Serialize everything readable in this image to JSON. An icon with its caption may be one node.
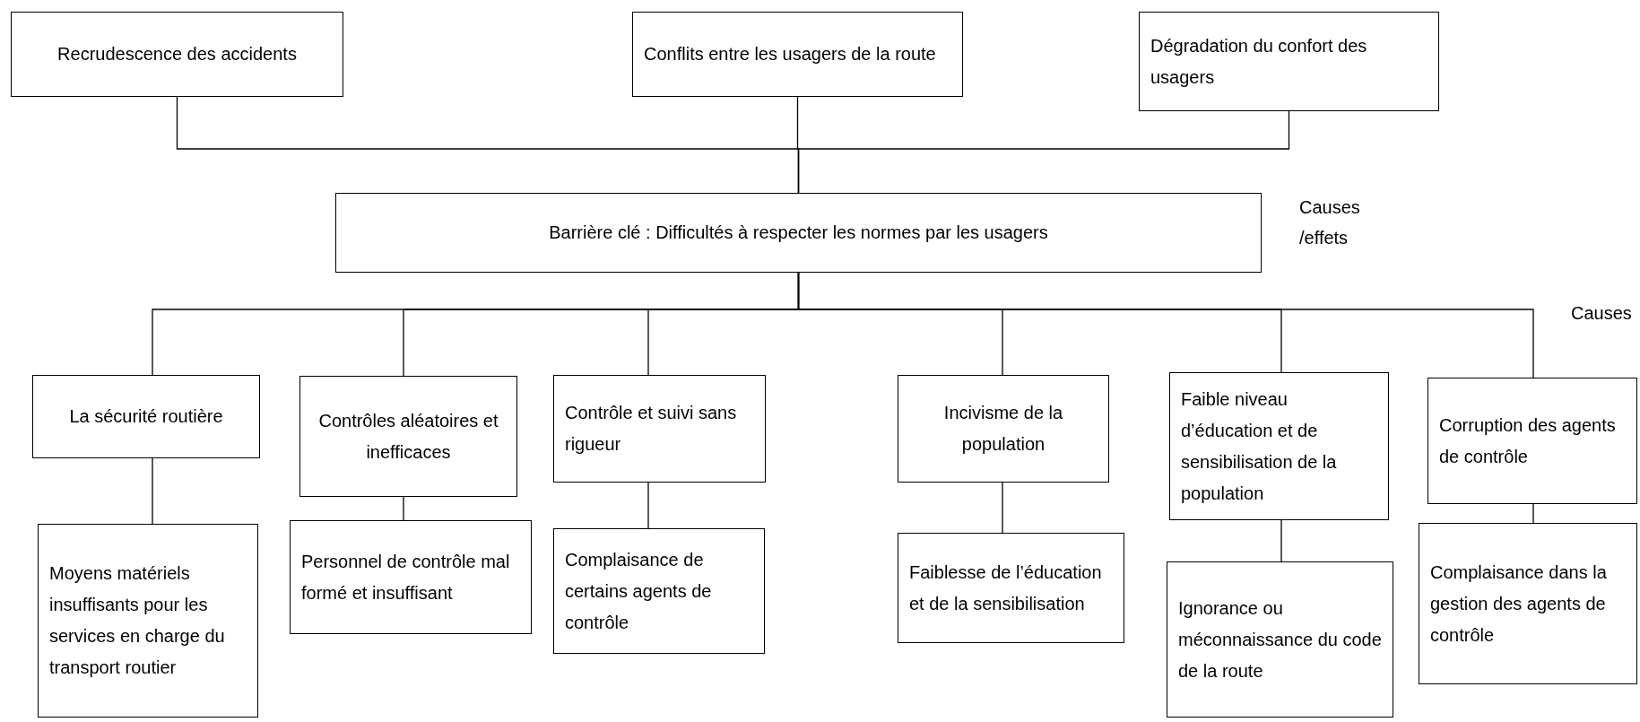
{
  "diagram": {
    "nodes": [
      {
        "text": [
          "Recrudescence des accidents"
        ]
      },
      {
        "text": [
          "Conflits entre les usagers de la route"
        ]
      },
      {
        "text": [
          "Dégradation du confort des usagers"
        ]
      },
      {
        "text": [
          "Barrière clé : Difficultés à respecter les normes par les usagers"
        ]
      },
      {
        "text": [
          "La sécurité routière"
        ]
      },
      {
        "text": [
          "Contrôles aléatoires et inefficaces"
        ]
      },
      {
        "text": [
          "Contrôle et suivi sans rigueur"
        ]
      },
      {
        "text": [
          "Incivisme de la population"
        ]
      },
      {
        "text": [
          "Faible niveau d’éducation et de sensibilisation de la population"
        ]
      },
      {
        "text": [
          "Corruption des agents de contrôle"
        ]
      },
      {
        "text": [
          "Moyens matériels insuffisants pour les services en charge du transport routier"
        ]
      },
      {
        "text": [
          "Personnel de contrôle mal formé et insuffisant"
        ]
      },
      {
        "text": [
          "Complaisance de certains agents de contrôle"
        ]
      },
      {
        "text": [
          "Faiblesse de l’éducation et de la sensibilisation"
        ]
      },
      {
        "text": [
          "Ignorance ou méconnaissance du code de la route"
        ]
      },
      {
        "text": [
          "Complaisance dans la gestion des agents de contrôle"
        ]
      }
    ],
    "edges": [
      {
        "from": 3,
        "to": 0,
        "arrow": "none"
      },
      {
        "from": 3,
        "to": 1,
        "arrow": "none"
      },
      {
        "from": 3,
        "to": 2,
        "arrow": "none"
      },
      {
        "from": 3,
        "to": 4,
        "arrow": "none"
      },
      {
        "from": 3,
        "to": 5,
        "arrow": "none"
      },
      {
        "from": 3,
        "to": 6,
        "arrow": "none"
      },
      {
        "from": 3,
        "to": 7,
        "arrow": "none"
      },
      {
        "from": 3,
        "to": 8,
        "arrow": "none"
      },
      {
        "from": 3,
        "to": 9,
        "arrow": "none"
      },
      {
        "from": 4,
        "to": 10,
        "arrow": "none"
      },
      {
        "from": 5,
        "to": 11,
        "arrow": "none"
      },
      {
        "from": 6,
        "to": 12,
        "arrow": "none"
      },
      {
        "from": 7,
        "to": 13,
        "arrow": "none"
      },
      {
        "from": 8,
        "to": 14,
        "arrow": "none"
      },
      {
        "from": 9,
        "to": 15,
        "arrow": "none"
      }
    ],
    "labels": [
      "Causes /effets",
      "Causes"
    ]
  }
}
